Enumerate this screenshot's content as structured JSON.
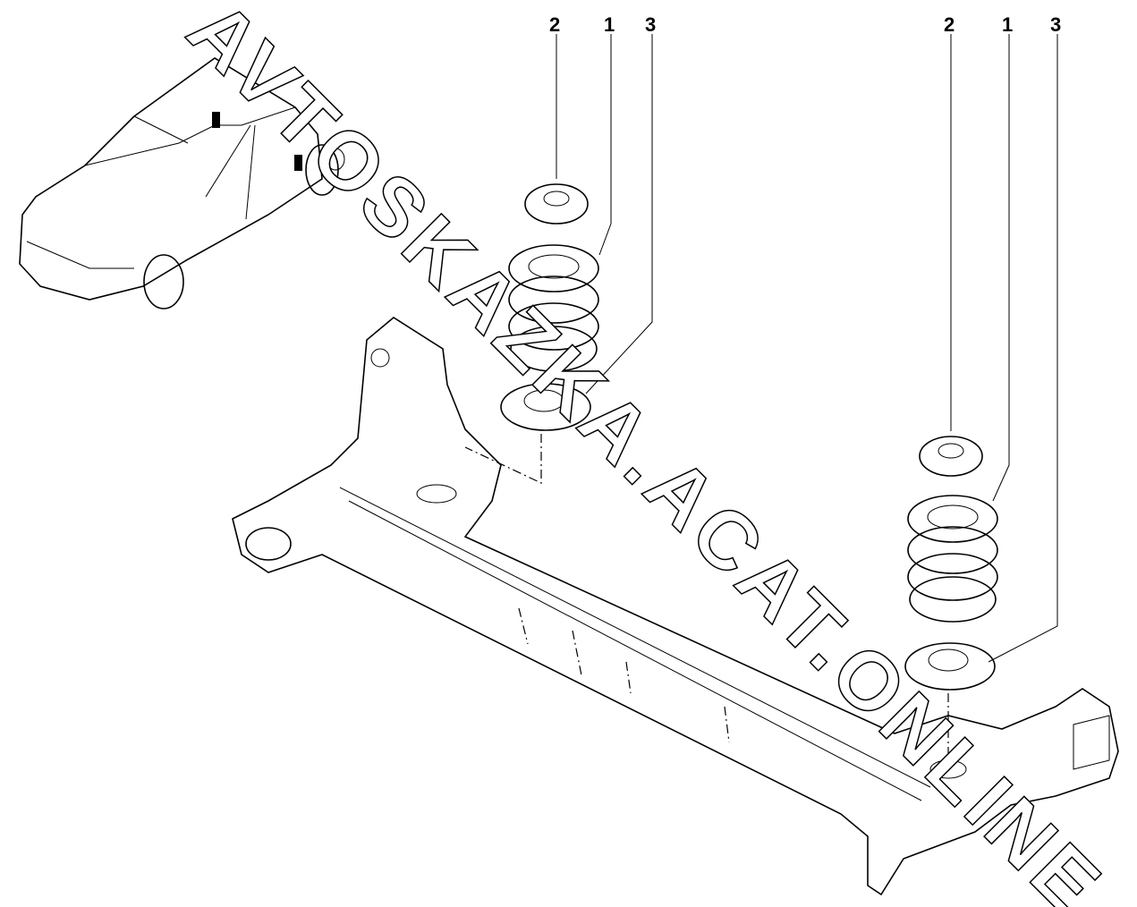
{
  "diagram": {
    "title": "Rear suspension springs",
    "left_assembly_callouts": [
      "2",
      "1",
      "3"
    ],
    "right_assembly_callouts": [
      "2",
      "1",
      "3"
    ],
    "watermark": "AVTOSKAZKA.ACAT.ONLINE"
  }
}
